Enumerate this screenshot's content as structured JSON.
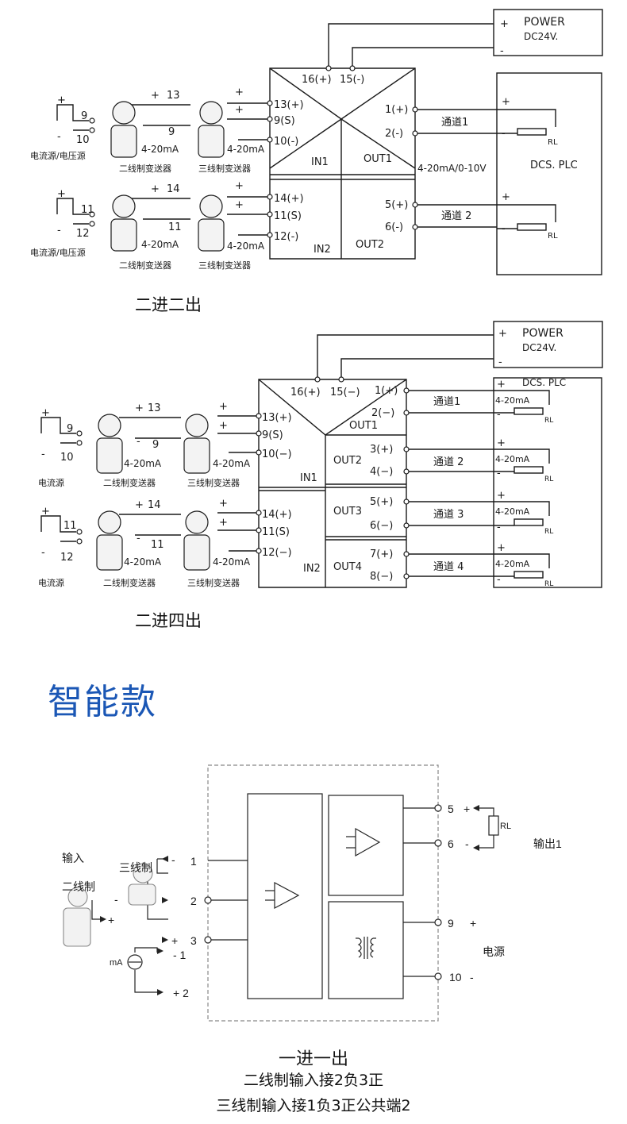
{
  "d1": {
    "power_title": "POWER",
    "power_voltage": "DC24V.",
    "plus": "+",
    "minus": "-",
    "t16": "16(+)",
    "t15": "15(-)",
    "t13": "13(+)",
    "t9s": "9(S)",
    "t10": "10(-)",
    "t14": "14(+)",
    "t11s": "11(S)",
    "t12": "12(-)",
    "o1p": "1(+)",
    "o2m": "2(-)",
    "o5p": "5(+)",
    "o6m": "6(-)",
    "in1": "IN1",
    "in2": "IN2",
    "out1": "OUT1",
    "out2": "OUT2",
    "ch1": "通道1",
    "ch2": "通道 2",
    "signal": "4-20mA/0-10V",
    "dcs": "DCS. PLC",
    "rl": "RL",
    "n9": "9",
    "n10": "10",
    "n11": "11",
    "n12": "12",
    "n13": "13",
    "n14": "14",
    "ma": "4-20mA",
    "src": "电流源/电压源",
    "two_wire": "二线制变送器",
    "three_wire": "三线制变送器",
    "caption": "二进二出"
  },
  "d2": {
    "power_title": "POWER",
    "power_voltage": "DC24V.",
    "plus": "+",
    "minus": "-",
    "t16": "16(+)",
    "t15": "15(−)",
    "o1p": "1(+)",
    "o2m": "2(−)",
    "o3p": "3(+)",
    "o4m": "4(−)",
    "o5p": "5(+)",
    "o6m": "6(−)",
    "o7p": "7(+)",
    "o8m": "8(−)",
    "t13": "13(+)",
    "t9s": "9(S)",
    "t10": "10(−)",
    "t14": "14(+)",
    "t11s": "11(S)",
    "t12": "12(−)",
    "in1": "IN1",
    "in2": "IN2",
    "out1": "OUT1",
    "out2": "OUT2",
    "out3": "OUT3",
    "out4": "OUT4",
    "ch1": "通道1",
    "ch2": "通道 2",
    "ch3": "通道 3",
    "ch4": "通道 4",
    "dcs": "DCS. PLC",
    "ma": "4-20mA",
    "rl": "RL",
    "n9": "9",
    "n10": "10",
    "n11": "11",
    "n12": "12",
    "n13": "13",
    "n14": "14",
    "src": "电流源",
    "two_wire": "二线制变送器",
    "three_wire": "三线制变送器",
    "caption": "二进四出"
  },
  "brand": "智能款",
  "d3": {
    "input": "输入",
    "two_wire": "二线制",
    "three_wire": "三线制",
    "t1": "1",
    "t2": "2",
    "t3": "3",
    "t5": "5",
    "t6": "6",
    "t9": "9",
    "t10": "10",
    "plus": "+",
    "minus": "-",
    "rl": "RL",
    "output1": "输出1",
    "power": "电源",
    "ma": "mA",
    "m1": "- 1",
    "p2": "+ 2",
    "arrow_minus": "-",
    "arrow_plus": "+"
  },
  "bottom": {
    "title": "一进一出",
    "line1": "二线制输入接2负3正",
    "line2": "三线制输入接1负3正公共端2"
  }
}
